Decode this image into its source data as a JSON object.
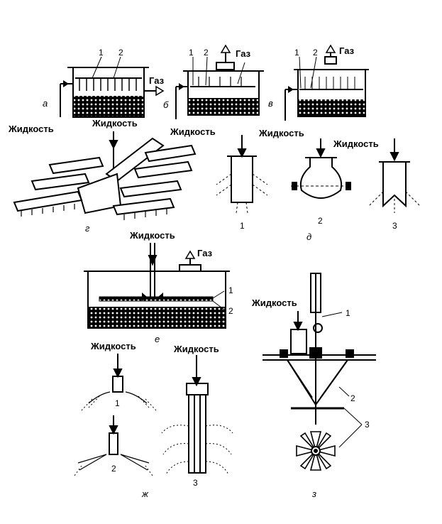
{
  "labels": {
    "liquid": "Жидкость",
    "gas": "Газ",
    "n1": "1",
    "n2": "2",
    "n3": "3"
  },
  "panels": {
    "a": "а",
    "b": "б",
    "v": "в",
    "g": "г",
    "d": "д",
    "e": "е",
    "zh": "ж",
    "z": "з"
  },
  "colors": {
    "ink": "#000000",
    "paper": "#ffffff"
  }
}
